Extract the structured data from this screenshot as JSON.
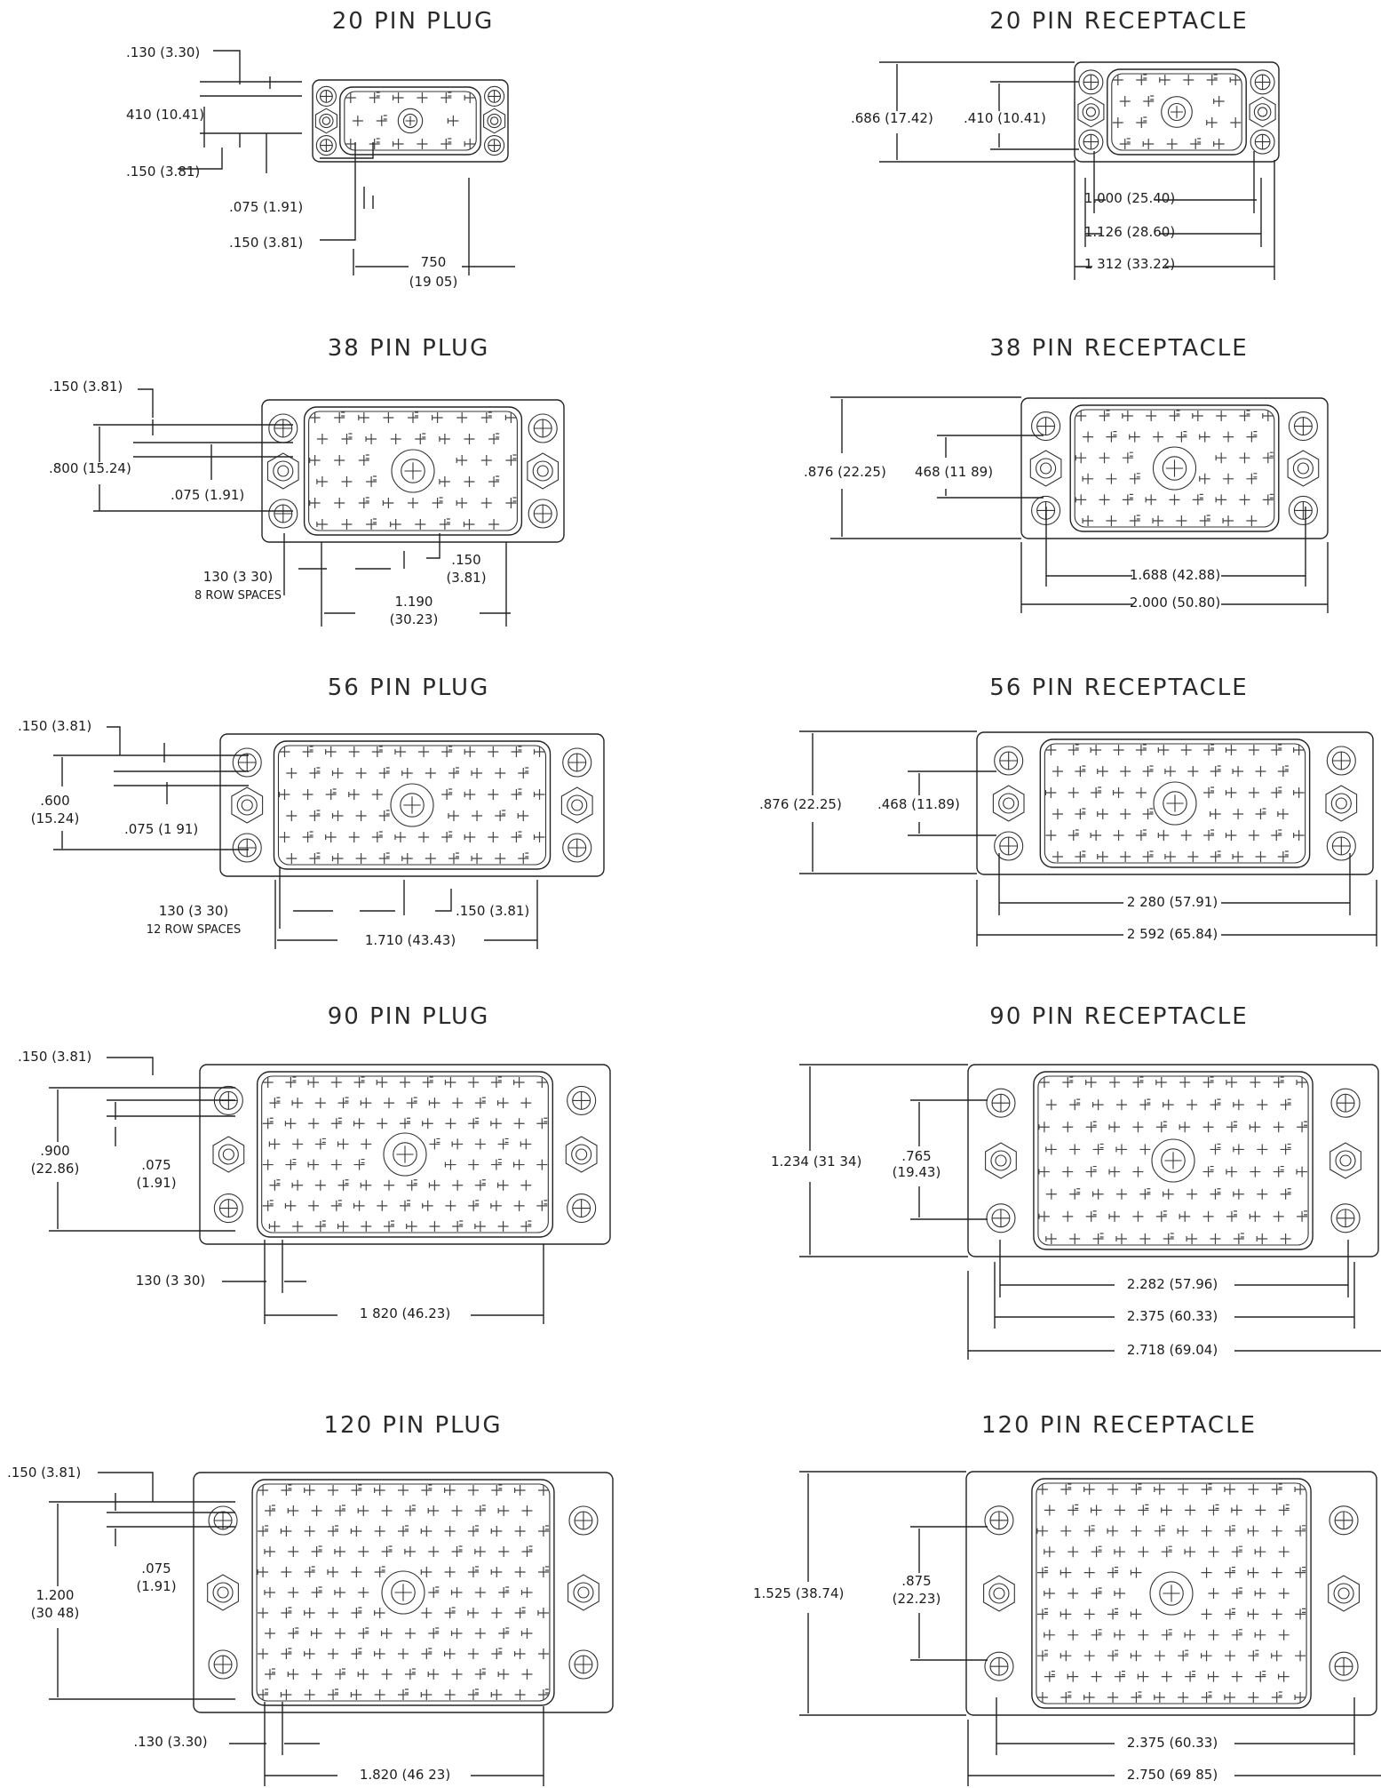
{
  "panels": {
    "p20plug": {
      "title": "20 PIN PLUG",
      "dims": {
        "a": ".130 (3.30)",
        "b": "410 (10.41)",
        "c": ".150 (3.81)",
        "d": ".075 (1.91)",
        "e": ".150 (3.81)",
        "f1": "750",
        "f2": "(19 05)"
      }
    },
    "p20rec": {
      "title": "20 PIN RECEPTACLE",
      "dims": {
        "a": ".686 (17.42)",
        "b": ".410 (10.41)",
        "c": "1.000 (25.40)",
        "d": "1.126 (28.60)",
        "e": "1 312 (33.22)"
      }
    },
    "p38plug": {
      "title": "38 PIN PLUG",
      "dims": {
        "a": ".150 (3.81)",
        "b": ".800 (15.24)",
        "c": ".075 (1.91)",
        "d1": "130 (3 30)",
        "d2": "8 ROW SPACES",
        "e1": ".150",
        "e2": "(3.81)",
        "f1": "1.190",
        "f2": "(30.23)"
      }
    },
    "p38rec": {
      "title": "38 PIN RECEPTACLE",
      "dims": {
        "a": ".876 (22.25)",
        "b": "468 (11 89)",
        "c": "1.688 (42.88)",
        "d": "2.000 (50.80)"
      }
    },
    "p56plug": {
      "title": "56 PIN PLUG",
      "dims": {
        "a": ".150 (3.81)",
        "b1": ".600",
        "b2": "(15.24)",
        "c": ".075 (1 91)",
        "d1": "130 (3 30)",
        "d2": "12 ROW SPACES",
        "e": ".150 (3.81)",
        "f": "1.710 (43.43)"
      }
    },
    "p56rec": {
      "title": "56 PIN RECEPTACLE",
      "dims": {
        "a": ".876 (22.25)",
        "b": ".468 (11.89)",
        "c": "2 280 (57.91)",
        "d": "2 592 (65.84)"
      }
    },
    "p90plug": {
      "title": "90 PIN PLUG",
      "dims": {
        "a": ".150 (3.81)",
        "b1": ".900",
        "b2": "(22.86)",
        "c1": ".075",
        "c2": "(1.91)",
        "d": "130 (3 30)",
        "e": "1 820 (46.23)"
      }
    },
    "p90rec": {
      "title": "90 PIN RECEPTACLE",
      "dims": {
        "a": "1.234 (31 34)",
        "b1": ".765",
        "b2": "(19.43)",
        "c": "2.282 (57.96)",
        "d": "2.375 (60.33)",
        "e": "2.718 (69.04)"
      }
    },
    "p120plug": {
      "title": "120 PIN PLUG",
      "dims": {
        "a": ".150 (3.81)",
        "b1": "1.200",
        "b2": "(30 48)",
        "c1": ".075",
        "c2": "(1.91)",
        "d": ".130 (3.30)",
        "e": "1.820 (46 23)"
      }
    },
    "p120rec": {
      "title": "120 PIN RECEPTACLE",
      "dims": {
        "a": "1.525 (38.74)",
        "b1": ".875",
        "b2": "(22.23)",
        "c": "2.375 (60.33)",
        "d": "2.750 (69 85)"
      }
    }
  }
}
